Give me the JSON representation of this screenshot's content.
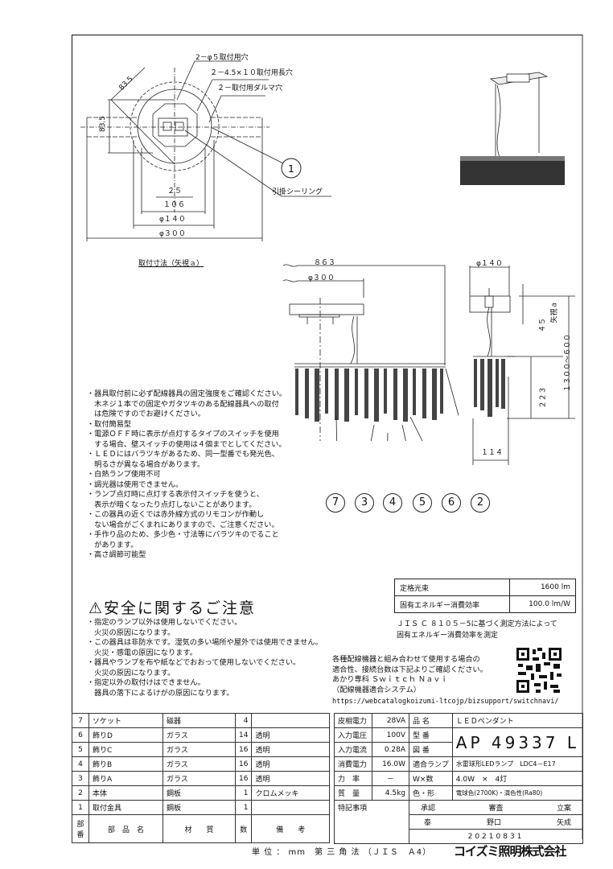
{
  "top_view": {
    "labels": {
      "hole_a": "2－φ５取付用穴",
      "hole_b": "２－4.5×１０取付用長穴",
      "hole_c": "２－取付用ダルマ穴",
      "ceiling": "引掛シーリング",
      "dim_835_diag": "83.5",
      "dim_835_vert": "83.5",
      "dim_25": "２５",
      "dim_106": "１０６",
      "dim_140": "φ１４０",
      "dim_300": "φ３００",
      "caption": "取付寸法（矢視ａ）",
      "callout_1": "1"
    }
  },
  "front_view": {
    "dim_863": "８６３",
    "dim_300": "φ３００",
    "callouts": [
      "7",
      "3",
      "4",
      "5",
      "6",
      "2"
    ]
  },
  "side_view": {
    "dim_140": "φ１４０",
    "dim_45": "４５",
    "arrow_a": "矢視ａ",
    "dim_height": "１３００～６００",
    "dim_223": "２２３",
    "dim_114": "１１４"
  },
  "notes": [
    "・器具取付前に必ず配線器具の固定強度をご確認ください。",
    "　木ネジ１本での固定やガタツキのある配線器具への取付",
    "　は危険ですのでお避けください。",
    "・取付簡易型",
    "・電源ＯＦＦ時に表示が点灯するタイプのスイッチを使用",
    "　する場合、壁スイッチの使用は４個までとしてください。",
    "・ＬＥＤにはバラツキがあるため、同一型番でも発光色、",
    "　明るさが異なる場合があります。",
    "・白熱ランプ使用不可",
    "・調光器は使用できません。",
    "・ランプ点灯時に点灯する表示付スイッチを使うと、",
    "　表示が暗くなったり点灯しないことがあります。",
    "・この器具の近くでは赤外線方式のリモコンが作動し",
    "　ない場合がごくまれにありますので、ご注意ください。",
    "・手作り品のため、多少色・寸法等にバラツキのでること",
    "　があります。",
    "・高さ調節可能型"
  ],
  "spec_box": {
    "rows": [
      {
        "label": "定格光束",
        "value": "1600 lm"
      },
      {
        "label": "固有エネルギー消費効率",
        "value": "100.0 lm/W"
      }
    ],
    "note_1": "ＪＩＳ Ｃ ８１０５－5に基づく測定方法によって",
    "note_2": "固有エネルギー消費効率を測定"
  },
  "caution": {
    "title": "⚠安全に関するご注意",
    "lines": [
      "・指定のランプ以外は使用しないでください。",
      "　火災の原因になります。",
      "・この器具は非防水です。湿気の多い場所や屋外では使用できません。",
      "　火災・感電の原因になります。",
      "・器具やランプを布や紙などでおおって使用しないでください。",
      "　火災の原因になります。",
      "・指定以外の取付けはできません。",
      "　器具の落下によるけがの原因になります。"
    ]
  },
  "switch_navi": {
    "lines": [
      "各種配線機器と組み合わせて使用する場合の",
      "適合性、接続台数は下記よりご確認ください。",
      "あかり専科 Ｓｗｉｔｃｈ Ｎａｖｉ",
      "（配線機器適合システム）"
    ],
    "url": "https://webcatalogkoizumi-ltcojp/bizsupport/switchnavi/",
    "qr_icon": "qr-code"
  },
  "parts_table": {
    "rows": [
      {
        "no": "7",
        "name": "ソケット",
        "material": "磁器",
        "qty": "4",
        "remark": ""
      },
      {
        "no": "6",
        "name": "飾りD",
        "material": "ガラス",
        "qty": "14",
        "remark": "透明"
      },
      {
        "no": "5",
        "name": "飾りC",
        "material": "ガラス",
        "qty": "16",
        "remark": "透明"
      },
      {
        "no": "4",
        "name": "飾りB",
        "material": "ガラス",
        "qty": "16",
        "remark": "透明"
      },
      {
        "no": "3",
        "name": "飾りA",
        "material": "ガラス",
        "qty": "16",
        "remark": "透明"
      },
      {
        "no": "2",
        "name": "本体",
        "material": "鋼板",
        "qty": "1",
        "remark": "クロムメッキ"
      },
      {
        "no": "1",
        "name": "取付金具",
        "material": "鋼板",
        "qty": "1",
        "remark": ""
      }
    ],
    "header": {
      "no": "部番",
      "name": "部　品　名",
      "material": "材　　質",
      "qty": "数",
      "remark": "備　　考"
    }
  },
  "elec_table": {
    "rows": [
      {
        "label": "皮相電力",
        "value": "28VA"
      },
      {
        "label": "入力電圧",
        "value": "100V"
      },
      {
        "label": "入力電流",
        "value": "0.28A"
      },
      {
        "label": "消費電力",
        "value": "16.0W"
      },
      {
        "label": "力　率",
        "value": "－"
      },
      {
        "label": "質　量",
        "value": "4.5kg"
      }
    ],
    "special": "特記事項"
  },
  "product": {
    "name_label": "品 名",
    "name_value": "ＬＥＤペンダント",
    "model_label": "型 番",
    "drawing_label": "図 番",
    "model_value": "AP 49337 L",
    "lamp_label": "適合ランプ",
    "lamp_value": "水雷球形LEDランプ　LDC4－E17",
    "wattage_label": "W×数",
    "wattage_value": "4.0W　×　4灯",
    "color_label": "色・形",
    "color_value": "電球色(2700K)・演色性(Ra80)"
  },
  "approval": {
    "headers": [
      "承認",
      "審査",
      "立案"
    ],
    "names": [
      "泰",
      "野口",
      "矢成"
    ],
    "date": "20210831"
  },
  "footer": {
    "units": "単 位 ： mm　第 三 角 法 （ＪＩＳ　Ａ4）",
    "company": "コイズミ照明株式会社"
  }
}
